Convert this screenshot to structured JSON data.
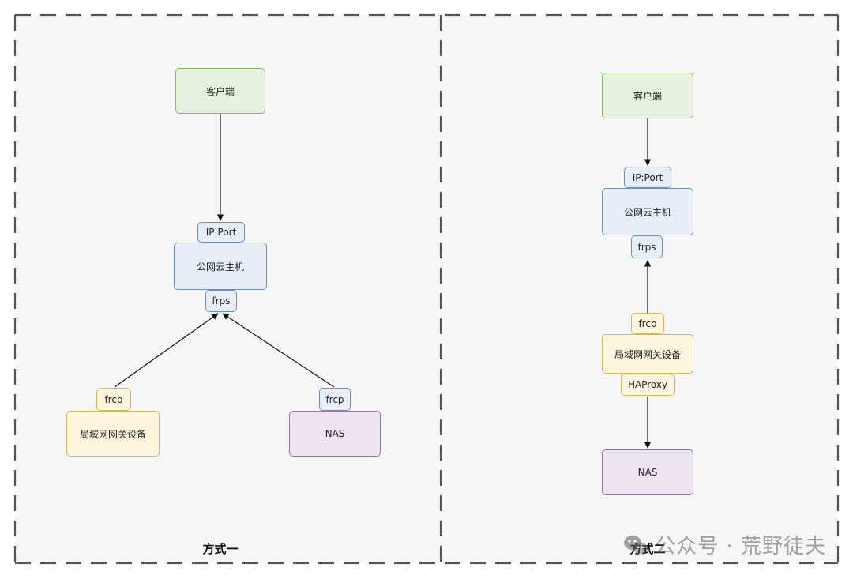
{
  "method_one": {
    "client": "客户端",
    "ip_port": "IP:Port",
    "cloud_host": "公网云主机",
    "frps": "frps",
    "frcp_lan": "frcp",
    "lan_gateway": "局域网网关设备",
    "frcp_nas": "frcp",
    "nas": "NAS",
    "caption": "方式一"
  },
  "method_two": {
    "client": "客户端",
    "ip_port": "IP:Port",
    "cloud_host": "公网云主机",
    "frps": "frps",
    "frcp": "frcp",
    "lan_gateway": "局域网网关设备",
    "haproxy": "HAProxy",
    "nas": "NAS",
    "caption": "方式二"
  },
  "watermark": "公众号 · 荒野徒夫",
  "colors": {
    "client_fill": "#e6f1e0",
    "cloud_fill": "#e7eef8",
    "gateway_fill": "#fdf5dc",
    "nas_fill": "#ece5f0",
    "divider": "#555555"
  }
}
